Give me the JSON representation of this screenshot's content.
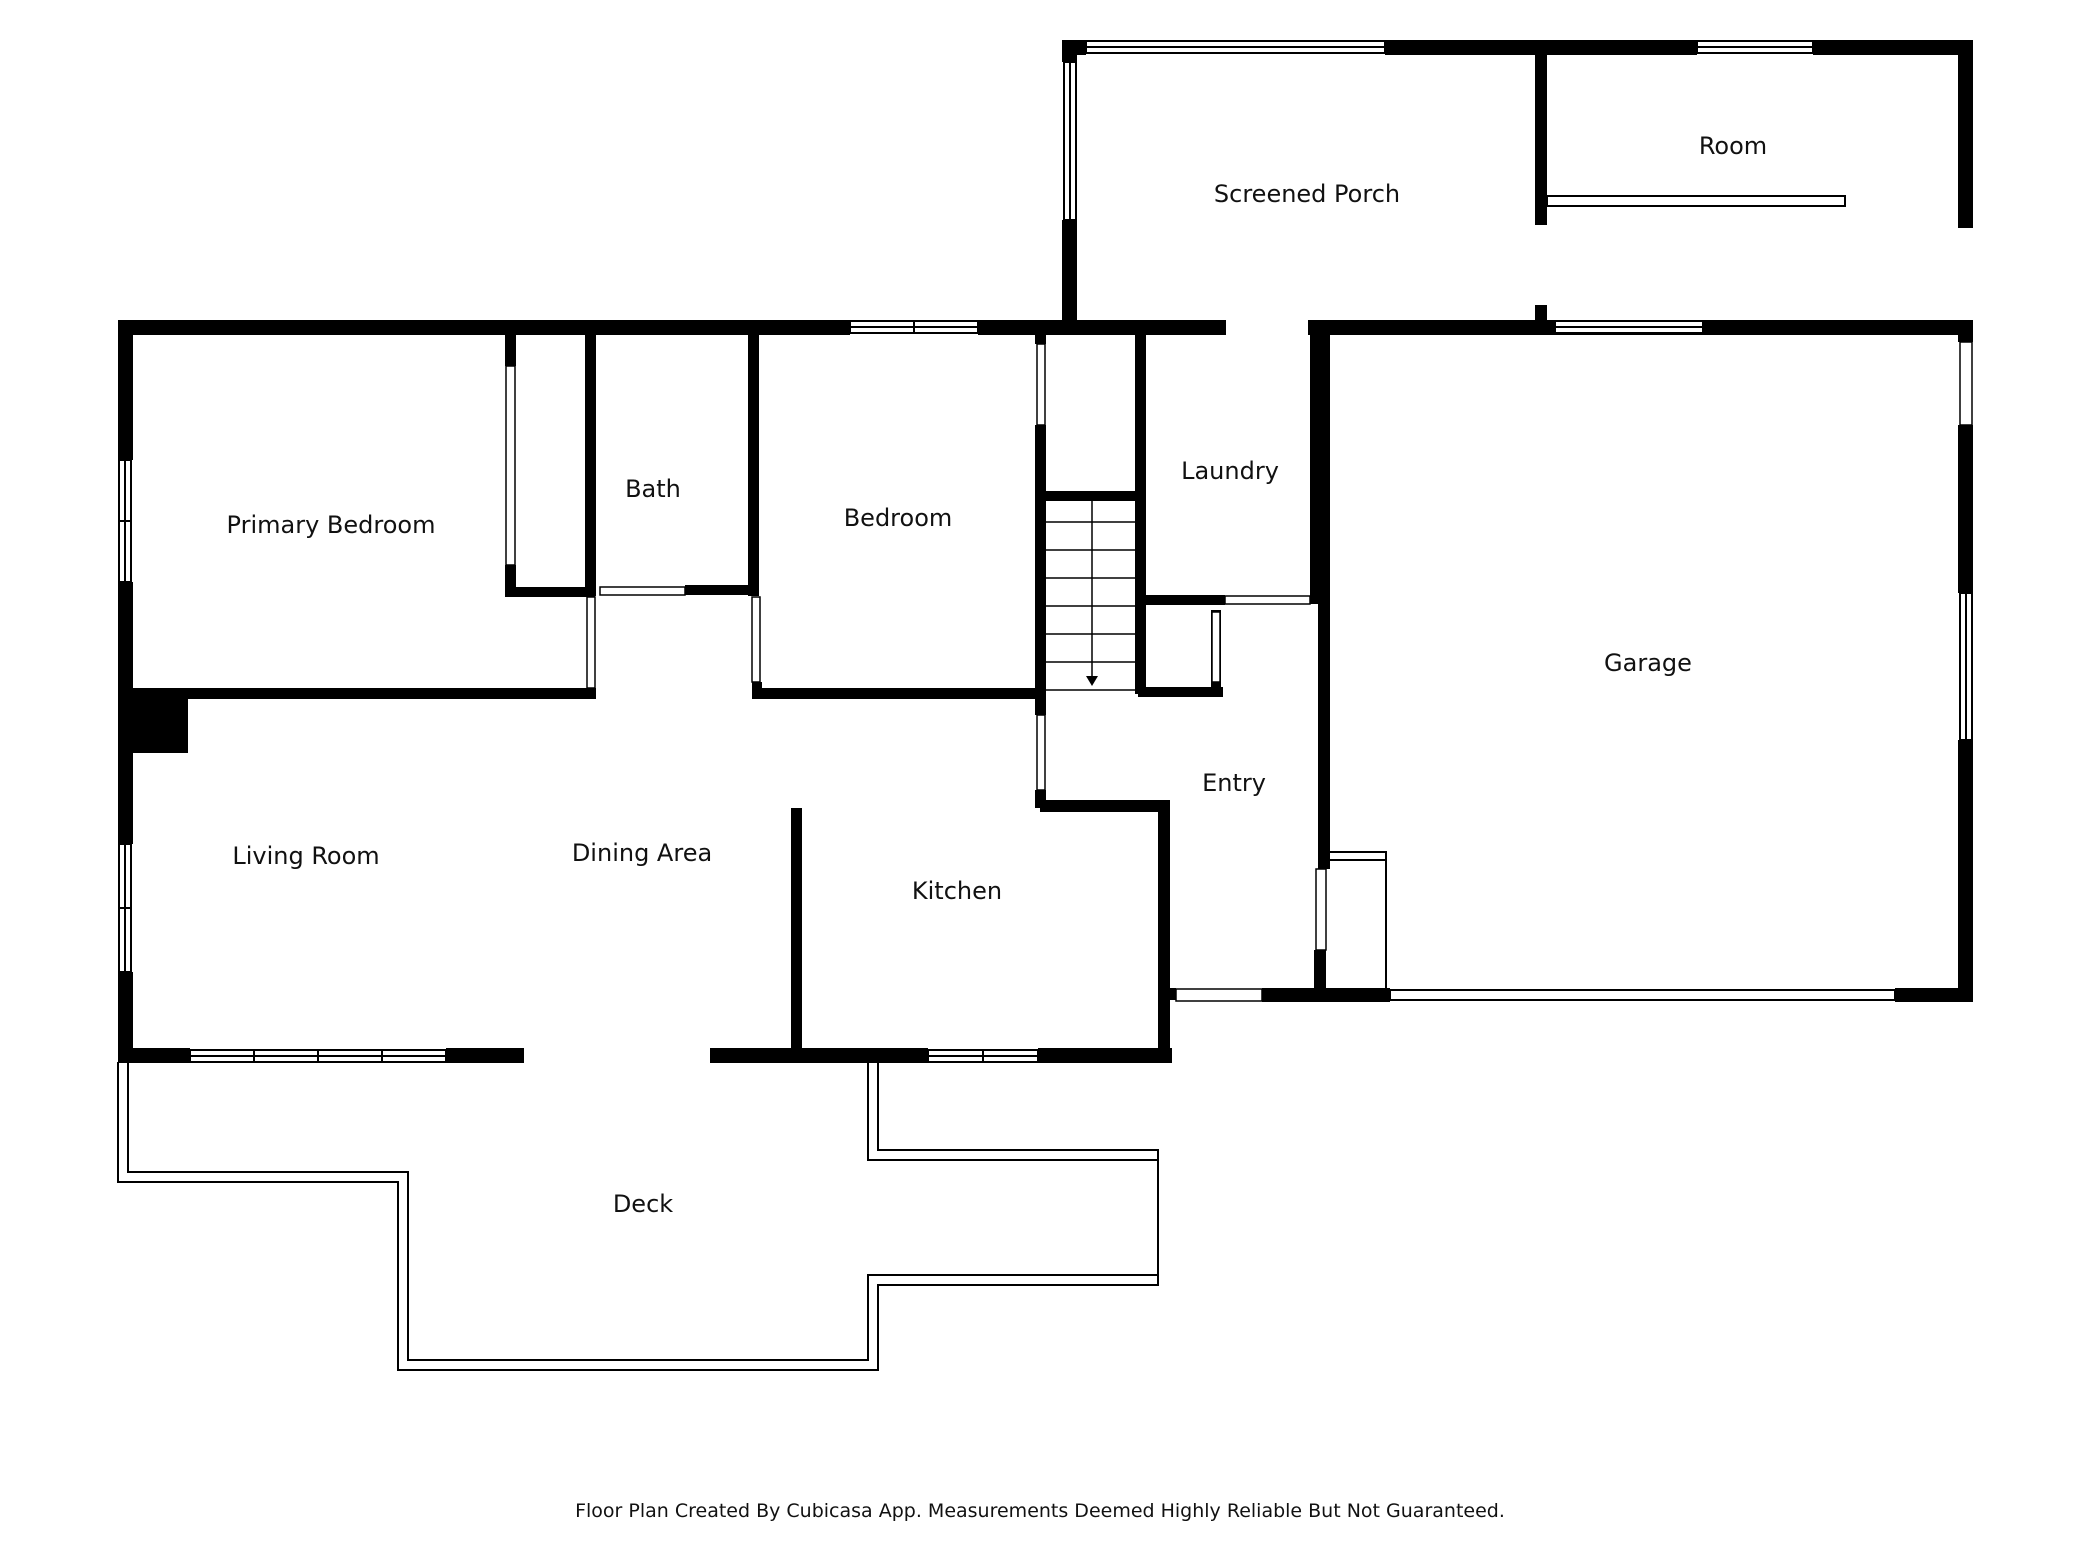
{
  "colors": {
    "wall": "#000000",
    "background": "#ffffff",
    "text": "#111111"
  },
  "rooms": {
    "screened_porch": "Screened Porch",
    "room": "Room",
    "primary_bedroom": "Primary Bedroom",
    "bath": "Bath",
    "bedroom": "Bedroom",
    "laundry": "Laundry",
    "garage": "Garage",
    "entry": "Entry",
    "living_room": "Living Room",
    "dining_area": "Dining Area",
    "kitchen": "Kitchen",
    "deck": "Deck"
  },
  "footer": "Floor Plan Created By Cubicasa App. Measurements Deemed Highly Reliable But Not Guaranteed."
}
